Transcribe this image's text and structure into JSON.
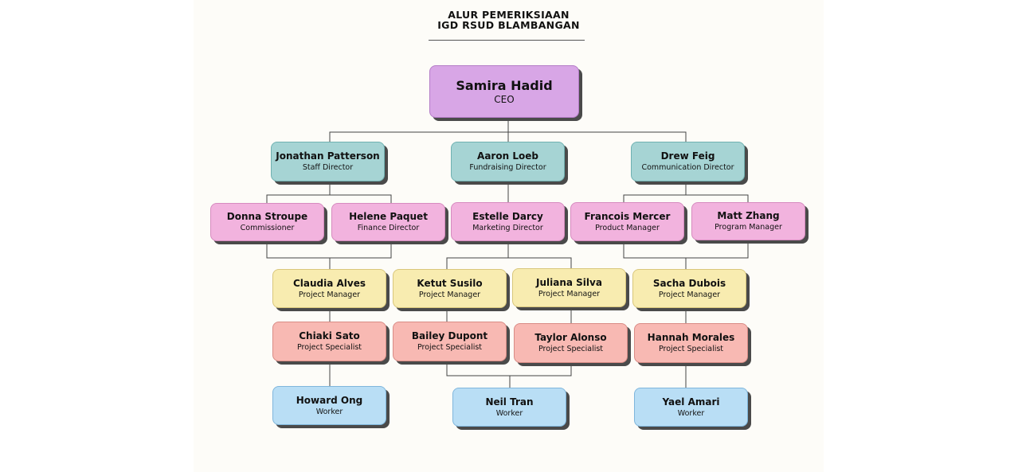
{
  "title": {
    "line1": "ALUR PEMERIKSIAAN",
    "line2": "IGD RSUD BLAMBANGAN"
  },
  "colors": {
    "ceo": "#d8a6e6",
    "director": "#a6d4d4",
    "manager_pink": "#f2b3de",
    "project_manager": "#f8ecb0",
    "specialist": "#f8b9b3",
    "worker": "#b9def5"
  },
  "nodes": {
    "ceo": {
      "name": "Samira Hadid",
      "role": "CEO"
    },
    "jonathan": {
      "name": "Jonathan Patterson",
      "role": "Staff Director"
    },
    "aaron": {
      "name": "Aaron Loeb",
      "role": "Fundraising Director"
    },
    "drew": {
      "name": "Drew Feig",
      "role": "Communication Director"
    },
    "donna": {
      "name": "Donna Stroupe",
      "role": "Commissioner"
    },
    "helene": {
      "name": "Helene Paquet",
      "role": "Finance Director"
    },
    "estelle": {
      "name": "Estelle Darcy",
      "role": "Marketing Director"
    },
    "francois": {
      "name": "Francois Mercer",
      "role": "Product Manager"
    },
    "matt": {
      "name": "Matt Zhang",
      "role": "Program Manager"
    },
    "claudia": {
      "name": "Claudia Alves",
      "role": "Project Manager"
    },
    "ketut": {
      "name": "Ketut Susilo",
      "role": "Project Manager"
    },
    "juliana": {
      "name": "Juliana Silva",
      "role": "Project Manager"
    },
    "sacha": {
      "name": "Sacha Dubois",
      "role": "Project Manager"
    },
    "chiaki": {
      "name": "Chiaki Sato",
      "role": "Project Specialist"
    },
    "bailey": {
      "name": "Bailey Dupont",
      "role": "Project Specialist"
    },
    "taylor": {
      "name": "Taylor Alonso",
      "role": "Project Specialist"
    },
    "hannah": {
      "name": "Hannah Morales",
      "role": "Project Specialist"
    },
    "howard": {
      "name": "Howard Ong",
      "role": "Worker"
    },
    "neil": {
      "name": "Neil Tran",
      "role": "Worker"
    },
    "yael": {
      "name": "Yael Amari",
      "role": "Worker"
    }
  }
}
